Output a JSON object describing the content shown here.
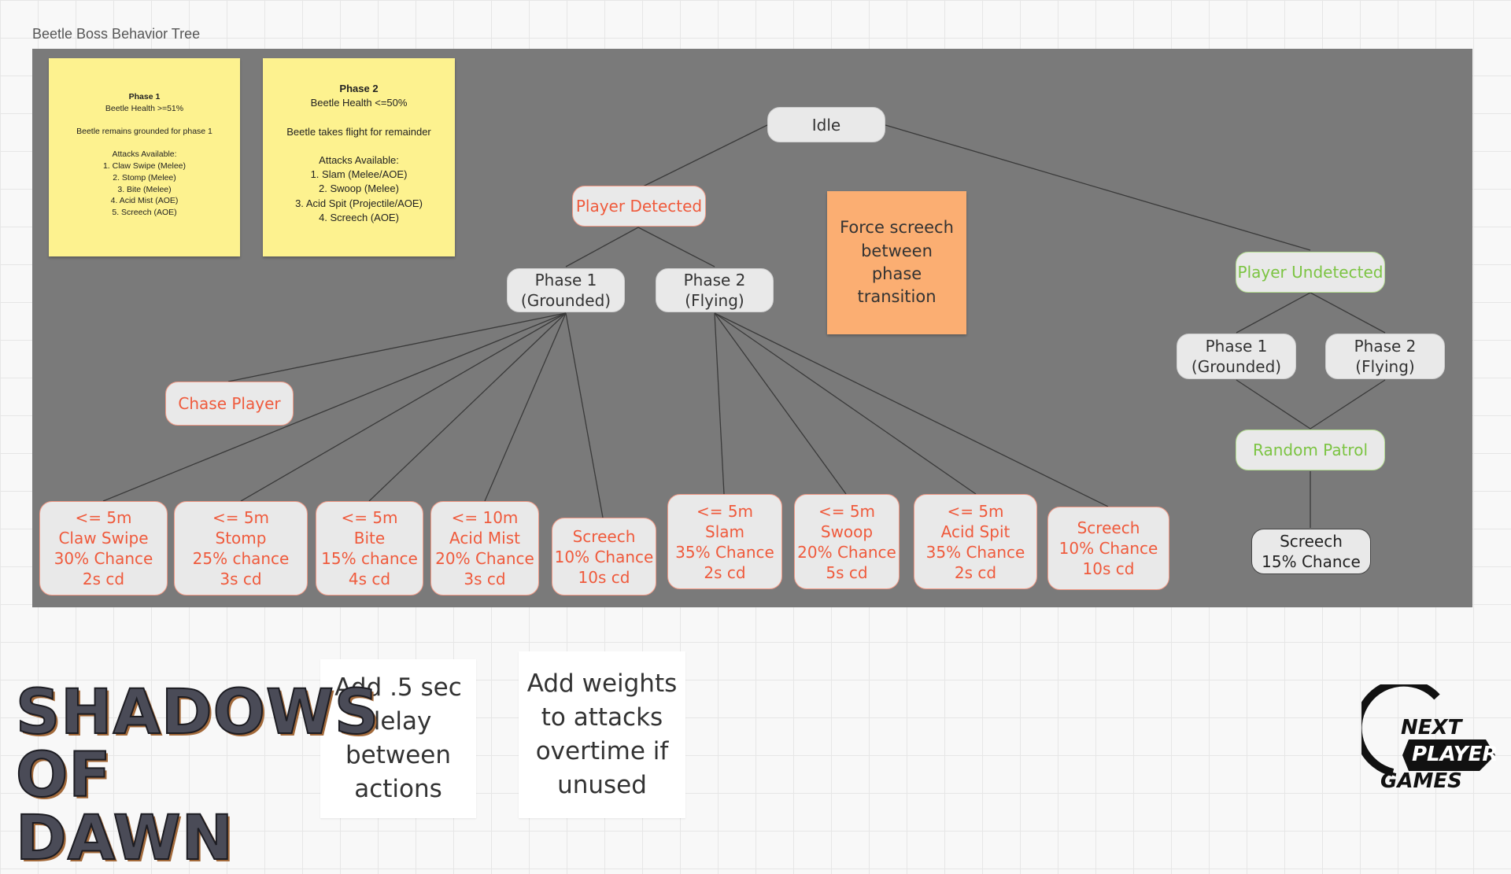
{
  "frame_title": "Beetle Boss Behavior Tree",
  "colors": {
    "frame": "#7a7a7a",
    "red_text": "#ef5a3c",
    "green_text": "#7cc443",
    "sticky_yellow": "#fdf28f",
    "sticky_orange": "#fbae72"
  },
  "sticky_phase1": {
    "title": "Phase 1",
    "lines": [
      "Beetle Health >=51%",
      "",
      "Beetle remains grounded for phase 1",
      "",
      "Attacks Available:",
      "1. Claw Swipe (Melee)",
      "2. Stomp (Melee)",
      "3. Bite (Melee)",
      "4. Acid Mist (AOE)",
      "5. Screech (AOE)"
    ]
  },
  "sticky_phase2": {
    "title": "Phase 2",
    "lines": [
      "Beetle Health <=50%",
      "",
      "Beetle takes flight for remainder",
      "",
      "Attacks Available:",
      "1. Slam (Melee/AOE)",
      "2. Swoop (Melee)",
      "3. Acid Spit (Projectile/AOE)",
      "4. Screech (AOE)"
    ]
  },
  "orange_note": {
    "lines": [
      "Force screech",
      "between",
      "phase",
      "transition"
    ]
  },
  "nodes": {
    "idle": {
      "lines": [
        "Idle"
      ]
    },
    "player_detected": {
      "lines": [
        "Player Detected"
      ]
    },
    "detected_phase1": {
      "lines": [
        "Phase 1",
        "(Grounded)"
      ]
    },
    "detected_phase2": {
      "lines": [
        "Phase 2",
        "(Flying)"
      ]
    },
    "chase_player": {
      "lines": [
        "Chase Player"
      ]
    },
    "claw_swipe": {
      "lines": [
        "<= 5m",
        "Claw Swipe",
        "30% Chance",
        "2s cd"
      ]
    },
    "stomp": {
      "lines": [
        "<= 5m",
        "Stomp",
        "25% chance",
        "3s cd"
      ]
    },
    "bite": {
      "lines": [
        "<= 5m",
        "Bite",
        "15% chance",
        "4s cd"
      ]
    },
    "acid_mist": {
      "lines": [
        "<= 10m",
        "Acid Mist",
        "20% Chance",
        "3s cd"
      ]
    },
    "screech_p1": {
      "lines": [
        "Screech",
        "10% Chance",
        "10s cd"
      ]
    },
    "slam": {
      "lines": [
        "<= 5m",
        "Slam",
        "35% Chance",
        "2s cd"
      ]
    },
    "swoop": {
      "lines": [
        "<= 5m",
        "Swoop",
        "20% Chance",
        "5s cd"
      ]
    },
    "acid_spit": {
      "lines": [
        "<= 5m",
        "Acid Spit",
        "35% Chance",
        "2s cd"
      ]
    },
    "screech_p2": {
      "lines": [
        "Screech",
        "10% Chance",
        "10s cd"
      ]
    },
    "player_undetected": {
      "lines": [
        "Player Undetected"
      ]
    },
    "undetected_phase1": {
      "lines": [
        "Phase 1",
        "(Grounded)"
      ]
    },
    "undetected_phase2": {
      "lines": [
        "Phase 2",
        "(Flying)"
      ]
    },
    "random_patrol": {
      "lines": [
        "Random Patrol"
      ]
    },
    "screech_patrol": {
      "lines": [
        "Screech",
        "15% Chance"
      ]
    }
  },
  "note_delay": {
    "lines": [
      "Add .5 sec",
      "delay",
      "between",
      "actions"
    ]
  },
  "note_weights": {
    "lines": [
      "Add weights",
      "to attacks",
      "overtime if",
      "unused"
    ]
  },
  "logo_game": {
    "lines": [
      "SHADOWS",
      "OF DAWN"
    ]
  },
  "logo_studio": {
    "lines": [
      "NEXT",
      "PLAYER",
      "GAMES"
    ]
  }
}
